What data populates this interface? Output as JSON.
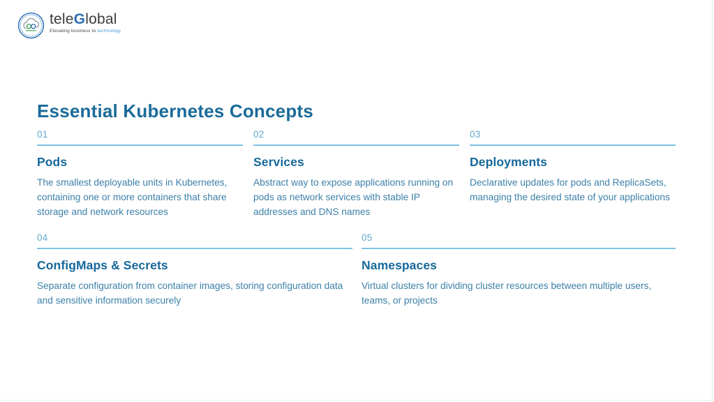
{
  "logo": {
    "icon": "cloud-globe-icon",
    "brand_tele": "tele",
    "brand_g": "G",
    "brand_lobal": "lobal",
    "tagline_prefix": "Elevating business to ",
    "tagline_highlight": "technology"
  },
  "page": {
    "title": "Essential Kubernetes Concepts"
  },
  "colors": {
    "heading": "#17689a",
    "body_text": "#3c80a8",
    "number": "#64a9ce",
    "divider": "#7fc4e3",
    "brand_dark": "#3b3c3e",
    "brand_blue": "#2d6fb4",
    "tagline_blue": "#4aa0d6",
    "background": "#ffffff"
  },
  "concepts": [
    {
      "number": "01",
      "title": "Pods",
      "description": "The smallest deployable units in Kubernetes, containing one or more containers that share storage and network resources"
    },
    {
      "number": "02",
      "title": "Services",
      "description": "Abstract way to expose applications running on pods as network services with stable IP addresses and DNS names"
    },
    {
      "number": "03",
      "title": "Deployments",
      "description": "Declarative updates for pods and ReplicaSets, managing the desired state of your applications"
    },
    {
      "number": "04",
      "title": "ConfigMaps & Secrets",
      "description": "Separate configuration from container images, storing configuration data and sensitive information securely"
    },
    {
      "number": "05",
      "title": "Namespaces",
      "description": "Virtual clusters for dividing cluster resources between multiple users, teams, or projects"
    }
  ]
}
